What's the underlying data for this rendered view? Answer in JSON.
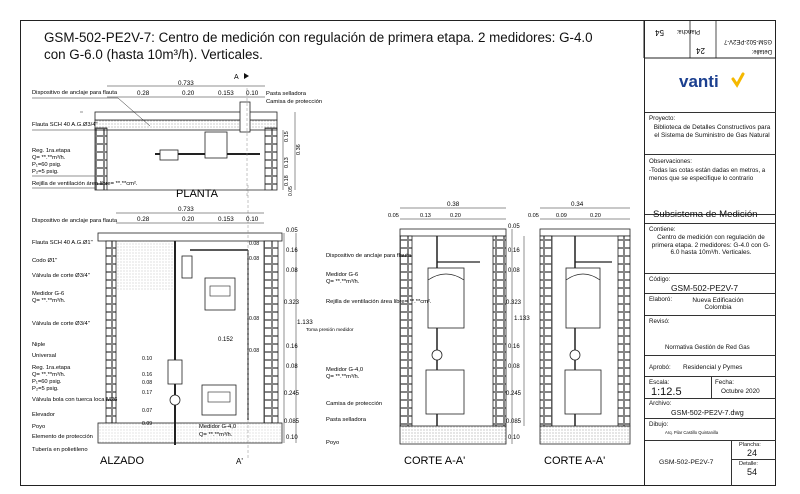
{
  "sheet": {
    "title": "GSM-502-PE2V-7: Centro de medición con regulación de primera etapa.  2 medidores: G-4.0 con G-6.0 (hasta 10m³/h).  Verticales.",
    "code_rotated": "GSM-502-PE2V-7",
    "plancha_rotated_label": "Plancha:",
    "plancha_rotated_value": "24",
    "detalle_rotated_label": "Detalle:",
    "detalle_rotated_value": "54"
  },
  "brand": {
    "name": "vanti",
    "color": "#1b3f8f",
    "accent": "#f5b800"
  },
  "titleblock": {
    "proyecto_label": "Proyecto:",
    "proyecto_value": "Biblioteca de Detalles Constructivos para el Sistema de Suministro de Gas Natural",
    "observaciones_label": "Observaciones:",
    "observaciones_value": "-Todas las cotas están dadas en metros, a menos que se especifique lo contrario",
    "subsistema": "Subsistema de Medición",
    "contiene_label": "Contiene:",
    "contiene_value": "Centro de medición con regulación de primera etapa. 2 medidores: G-4.0 con G-6.0 hasta 10m³/h. Verticales.",
    "codigo_label": "Código:",
    "codigo_value": "GSM-502-PE2V-7",
    "elaboro_label": "Elaboró:",
    "elaboro_value": "Nueva Edificación Colombia",
    "reviso_label": "Revisó:",
    "reviso_value": "Normativa Gestión de Red Gas",
    "aprobo_label": "Aprobó:",
    "aprobo_value": "Residencial y Pymes",
    "escala_label": "Escala:",
    "escala_value": "1:12.5",
    "fecha_label": "Fecha:",
    "fecha_value": "Octubre 2020",
    "archivo_label": "Archivo:",
    "archivo_value": "GSM-502-PE2V-7.dwg",
    "dibujo_label": "Dibujo:",
    "dibujo_value": "Arq. Pilar Castillo Quintanilla",
    "bottom_code": "GSM-502-PE2V-7",
    "plancha_label": "Plancha:",
    "plancha_value": "24",
    "detalle_label": "Detalle:",
    "detalle_value": "54"
  },
  "planta": {
    "caption": "PLANTA",
    "section_mark": "A",
    "dims_top": [
      "0.28",
      "0.20",
      "0.153",
      "0.10"
    ],
    "dim_total": "0.733",
    "dims_right": [
      "0.15",
      "0.13",
      "0.36",
      "0.18"
    ],
    "dim_left": "0.05",
    "labels": [
      "Dispositivo de anclaje para flauta",
      "Flauta SCH 40 A.G.Ø3/4\"",
      "Reg. 1ra.etapa",
      "Q= **.**m³/h.",
      "P₁=60 psig.",
      "P₂=5 psig.",
      "Rejilla de ventilación área libre= **.**cm².",
      "Pasta selladora",
      "Camisa de protección"
    ]
  },
  "alzado": {
    "caption": "ALZADO",
    "section_mark": "A'",
    "dims_top": [
      "0.28",
      "0.20",
      "0.153",
      "0.10"
    ],
    "dim_total": "0.733",
    "dims_right": [
      "0.05",
      "0.16",
      "0.08",
      "0.323",
      "0.16",
      "0.08",
      "0.245",
      "0.085",
      "0.10"
    ],
    "dim_total_right": "1.133",
    "dims_inner": [
      "0.08",
      "0.08",
      "0.08",
      "0.08",
      "0.10",
      "0.16",
      "0.08",
      "0.17",
      "0.07",
      "0.09"
    ],
    "dim_152": "0.152",
    "toma": "Toma presión medidor",
    "labels": [
      "Dispositivo de anclaje para flauta",
      "Flauta SCH 40 A.G.Ø1\"",
      "Codo Ø1\"",
      "Válvula de corte Ø3/4\"",
      "Medidor G-6",
      "Q= **.**m³/h.",
      "Válvula de corte Ø3/4\"",
      "Niple",
      "Universal",
      "Reg. 1ra.etapa",
      "Q= **.**m³/h.",
      "P₁=60 psig.",
      "P₂=5 psig.",
      "Válvula bola con tuerca loca M26",
      "Elevador",
      "Poyo",
      "Elemento de protección",
      "Tubería en polietileno"
    ],
    "bottom_label_1": "Medidor G-4,0",
    "bottom_label_2": "Q= **.**m³/h."
  },
  "corte1": {
    "caption": "CORTE A-A'",
    "dim_total": "0.38",
    "dims_top": [
      "0.05",
      "0.13",
      "0.20"
    ],
    "dims_right": [
      "0.05",
      "0.16",
      "0.08",
      "0.323",
      "0.16",
      "0.08",
      "0.245",
      "0.085",
      "0.10"
    ],
    "dim_total_right": "1.133",
    "labels": [
      "Dispositivo de anclaje para flauta",
      "Medidor G-6",
      "Q= **.**m³/h.",
      "Rejilla de ventilación área libre= **.**cm².",
      "Medidor G-4,0",
      "Q= **.**m³/h.",
      "Camisa de protección",
      "Pasta selladora",
      "Poyo"
    ]
  },
  "corte2": {
    "caption": "CORTE A-A'",
    "dim_total": "0.34",
    "dims_top": [
      "0.05",
      "0.09",
      "0.20"
    ]
  }
}
